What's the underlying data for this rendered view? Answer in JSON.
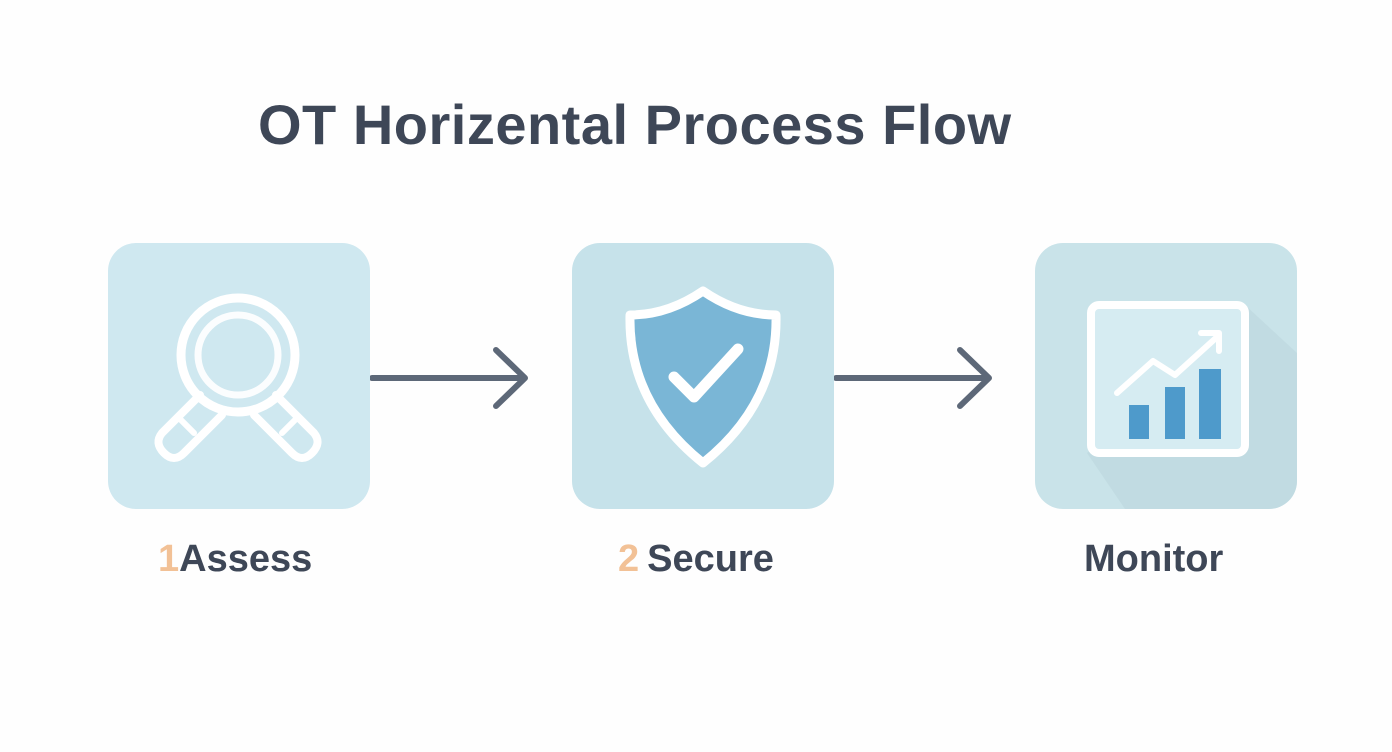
{
  "title": "OT Horizental Process Flow",
  "steps": [
    {
      "number": "1",
      "label": "Assess",
      "icon": "magnifier-icon"
    },
    {
      "number": "2",
      "label": "Secure",
      "icon": "shield-check-icon"
    },
    {
      "number": "",
      "label": "Monitor",
      "icon": "growth-chart-icon"
    }
  ],
  "colors": {
    "title_text": "#3e4757",
    "step_number": "#f2c196",
    "box_background": "#cfe8f0",
    "arrow": "#5d6878",
    "icon_blue": "#7ab6d6",
    "bar_blue": "#4e9acb"
  }
}
